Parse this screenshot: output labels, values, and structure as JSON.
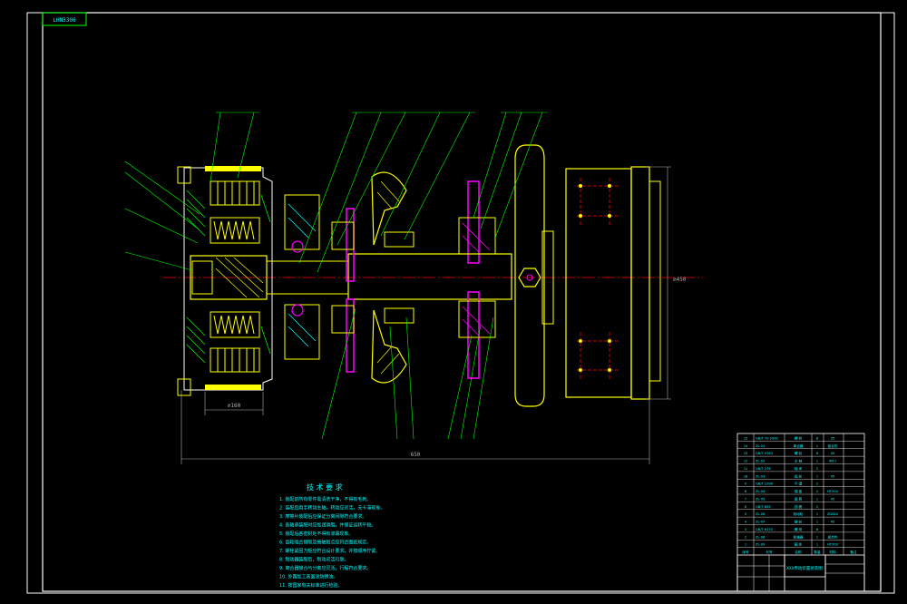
{
  "drawing": {
    "tag": "LHN3306",
    "tech_title": "技 术 要 求",
    "tech_notes": [
      "1. 装配前所有零件需清洗干净，不得有毛刺。",
      "2. 装配后用手转动主轴，转动应灵活，无卡滞现象。",
      "3. 摩擦片装配后应保证分离间隙符合要求。",
      "4. 各轴承装配时应加润滑脂，并保证运转平稳。",
      "5. 装配后各密封处不得有渗漏现象。",
      "6. 齿轮啮合侧隙及接触斑点应符合图纸规定。",
      "7. 螺栓紧固力矩应符合设计要求，并按顺序拧紧。",
      "8. 制动器装配后，制动灵活可靠。",
      "9. 离合器接合与分离应灵活，行程符合要求。",
      "10. 外露加工表面涂防锈油。",
      "11. 按国家有关标准进行检验。"
    ],
    "dim_overall": "650",
    "dim_flange": "⌀160",
    "dim_height": "⌀450"
  },
  "title_block": {
    "drawing_name": "XXX传动装置总装图",
    "parts": [
      {
        "code": "GB/T 70-2000",
        "name": "螺 栓",
        "qty": "8",
        "mat": "35"
      },
      {
        "code": "ZL-01",
        "name": "离合器",
        "qty": "1",
        "mat": "组合件"
      },
      {
        "code": "GB/T 5783",
        "name": "螺 栓",
        "qty": "6",
        "mat": "45"
      },
      {
        "code": "ZL-02",
        "name": "主 轴",
        "qty": "1",
        "mat": "40Cr"
      },
      {
        "code": "GB/T 276",
        "name": "轴 承",
        "qty": "2",
        "mat": ""
      },
      {
        "code": "ZL-03",
        "name": "齿 轮",
        "qty": "1",
        "mat": "45"
      },
      {
        "code": "GB/T 1096",
        "name": "平 键",
        "qty": "2",
        "mat": ""
      },
      {
        "code": "ZL-04",
        "name": "端 盖",
        "qty": "2",
        "mat": "HT200"
      },
      {
        "code": "ZL-05",
        "name": "套 筒",
        "qty": "1",
        "mat": "45"
      },
      {
        "code": "GB/T 893",
        "name": "挡 圈",
        "qty": "2",
        "mat": ""
      },
      {
        "code": "ZL-06",
        "name": "制动轮",
        "qty": "1",
        "mat": "ZG310"
      },
      {
        "code": "ZL-07",
        "name": "链 轮",
        "qty": "1",
        "mat": "45"
      },
      {
        "code": "GB/T 6170",
        "name": "螺 母",
        "qty": "8",
        "mat": ""
      },
      {
        "code": "ZL-08",
        "name": "联轴器",
        "qty": "1",
        "mat": "组合件"
      },
      {
        "code": "ZL-09",
        "name": "箱 体",
        "qty": "1",
        "mat": "HT200"
      }
    ],
    "header": [
      "序号",
      "代号",
      "名称",
      "数量",
      "材料",
      "备注"
    ]
  },
  "colors": {
    "background": "#000000",
    "frame": "#ffffff",
    "part_yellow": "#ffff00",
    "part_green": "#00ff00",
    "part_magenta": "#ff00ff",
    "part_cyan": "#00ffff",
    "centerline": "#ff0000",
    "leader": "#00ff00",
    "dimension": "#b0b0b0"
  }
}
